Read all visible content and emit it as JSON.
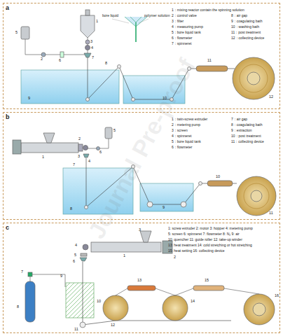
{
  "diagram": {
    "nodes": [
      {
        "text": [
          "a"
        ]
      },
      {
        "text": [
          "b"
        ]
      },
      {
        "text": [
          "c"
        ]
      }
    ],
    "labels": [
      "1：mixing reactor contain the spinning solution",
      "2：control valve",
      "3：filter",
      "4：measuring pump",
      "5：bore liquid tank",
      "6：flowmeter",
      "7：spinneret",
      "8：air gap",
      "9：coagulating bath",
      "10：washing bath",
      "11：post treatment",
      "12：collecting device",
      "bore liquid",
      "polymer solution",
      "1",
      "2",
      "3",
      "4",
      "5",
      "6",
      "7",
      "8",
      "9",
      "10",
      "11",
      "12",
      "1：twin-screw extruder",
      "2：metering pump",
      "3：screen",
      "4：spinneret",
      "5：bore liquid tank",
      "6：flowmeter",
      "7：air gap",
      "8：coagulating bath",
      "9：extraction",
      "10：post treatment",
      "11：collecting device",
      "1",
      "2",
      "3",
      "4",
      "5",
      "6",
      "7",
      "8",
      "9",
      "10",
      "11",
      "1: screw extruder 2: motor 3: hopper 4: metering pump",
      "5: screen 6: spinneret 7: flowmeter 8: N₂ 9: air",
      "10: quencher 11: guide roller 12: take-up winder",
      "13: heat treatment 14: cold stretching or hot stretching",
      "15: heat setting 16: collecting device",
      "1",
      "2",
      "3",
      "4",
      "5",
      "6",
      "7",
      "8",
      "9",
      "10",
      "11",
      "12",
      "13",
      "14",
      "15",
      "16",
      "Journal Pre-proof"
    ]
  }
}
